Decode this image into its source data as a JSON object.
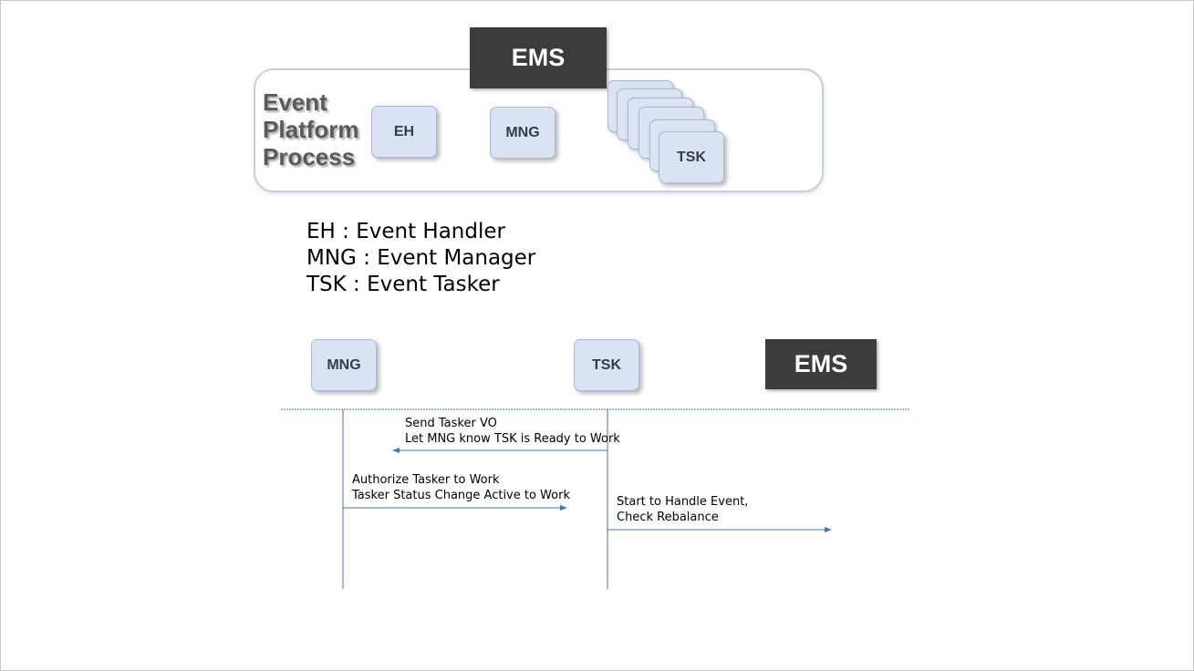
{
  "top": {
    "ems_label": "EMS",
    "process_title": [
      "Event",
      "Platform",
      "Process"
    ],
    "components": {
      "eh": "EH",
      "mng": "MNG",
      "tsk": "TSK"
    }
  },
  "legend": [
    "EH : Event Handler",
    "MNG : Event Manager",
    "TSK : Event Tasker"
  ],
  "sequence": {
    "participants": {
      "mng": "MNG",
      "tsk": "TSK",
      "ems": "EMS"
    },
    "messages": [
      {
        "from": "TSK",
        "to": "MNG",
        "lines": [
          "Send Tasker VO",
          "Let MNG know TSK is Ready to Work"
        ]
      },
      {
        "from": "MNG",
        "to": "TSK",
        "lines": [
          "Authorize Tasker to Work",
          "Tasker Status Change Active to Work"
        ]
      },
      {
        "from": "TSK",
        "to": "EMS",
        "lines": [
          "Start to Handle Event,",
          "Check Rebalance"
        ]
      }
    ]
  },
  "colors": {
    "ems_fill": "#3c3c3c",
    "component_fill": "#dae3f3",
    "line": "#4472c4"
  }
}
